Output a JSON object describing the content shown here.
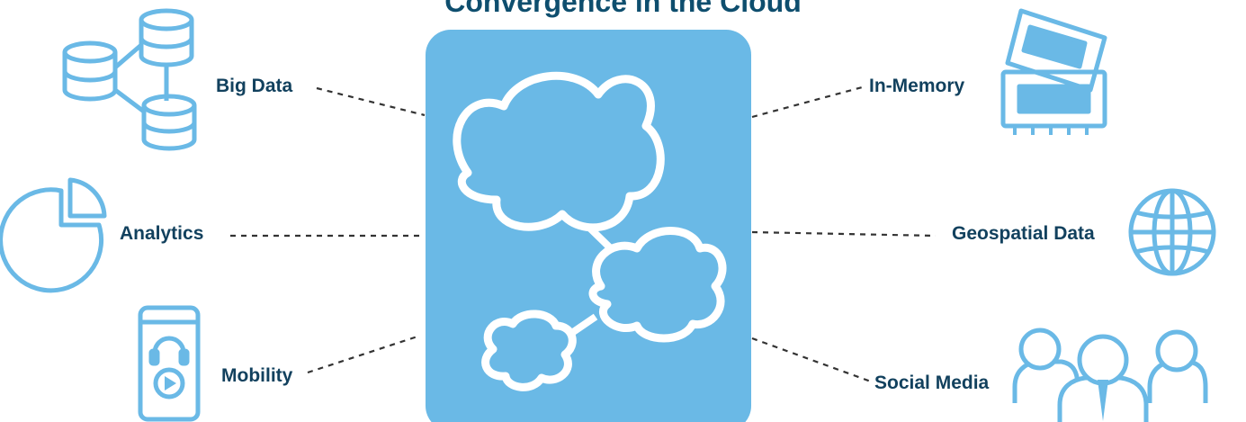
{
  "diagram": {
    "title": "Convergence in the Cloud",
    "colors": {
      "panel": "#6ab9e6",
      "icon": "#6ab9e6",
      "label": "#12415e",
      "title": "#0e4e6e",
      "connector": "#333333"
    },
    "nodes": [
      {
        "id": "big-data",
        "label": "Big Data",
        "icon": "database-network-icon"
      },
      {
        "id": "analytics",
        "label": "Analytics",
        "icon": "pie-chart-icon"
      },
      {
        "id": "mobility",
        "label": "Mobility",
        "icon": "smartphone-media-icon"
      },
      {
        "id": "in-memory",
        "label": "In-Memory",
        "icon": "memory-chip-icon"
      },
      {
        "id": "geospatial-data",
        "label": "Geospatial Data",
        "icon": "globe-icon"
      },
      {
        "id": "social-media",
        "label": "Social Media",
        "icon": "people-group-icon"
      }
    ],
    "center": {
      "icon": "cloud-cluster-icon"
    }
  }
}
